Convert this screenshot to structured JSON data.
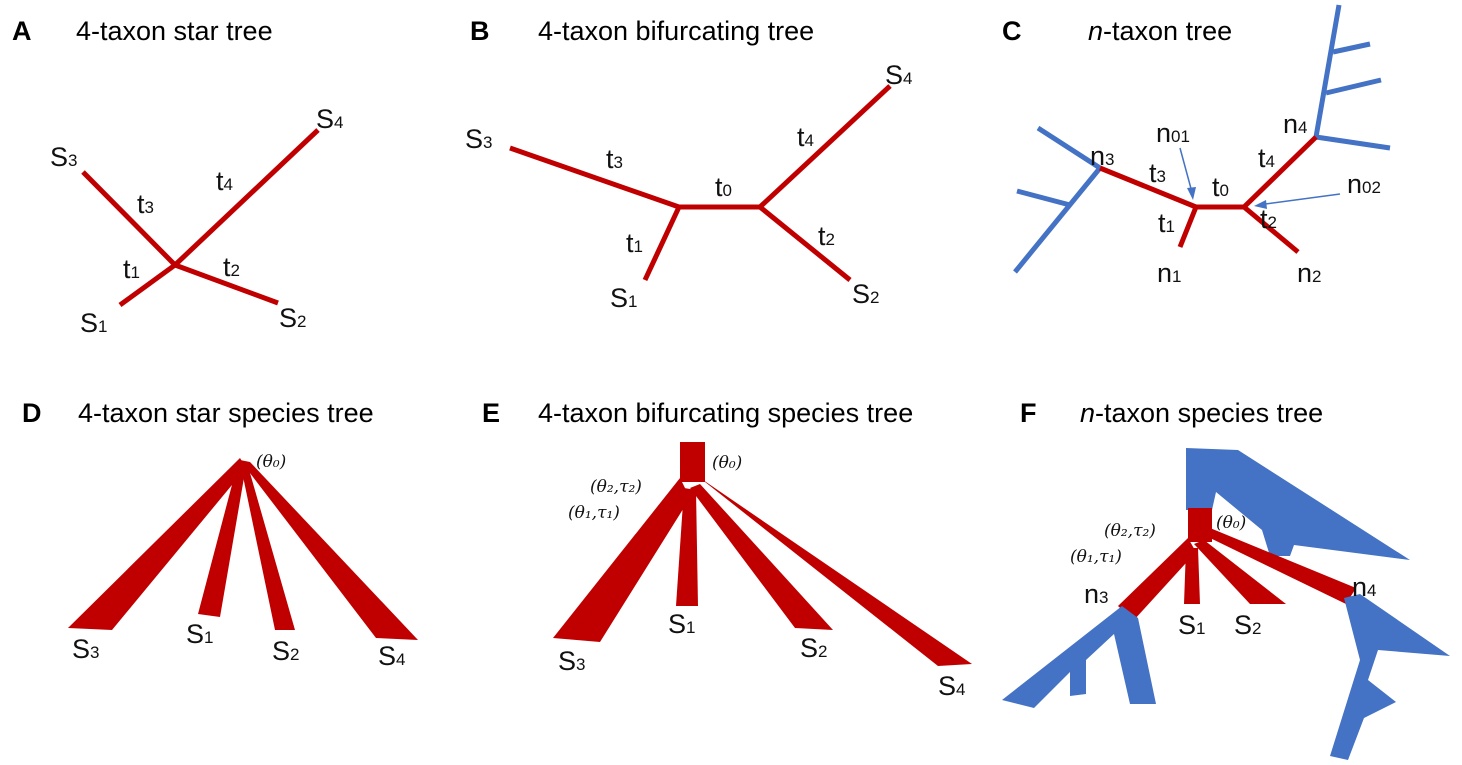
{
  "panels": {
    "A": {
      "letter": "A",
      "title": "4-taxon star tree"
    },
    "B": {
      "letter": "B",
      "title": "4-taxon bifurcating tree"
    },
    "C": {
      "letter": "C",
      "title_italic": "n",
      "title_rest": "-taxon tree"
    },
    "D": {
      "letter": "D",
      "title": "4-taxon star species tree"
    },
    "E": {
      "letter": "E",
      "title": "4-taxon bifurcating species tree"
    },
    "F": {
      "letter": "F",
      "title_italic": "n",
      "title_rest": "-taxon species tree"
    }
  },
  "labels": {
    "S": "S",
    "t": "t",
    "n": "n",
    "s1": "1",
    "s2": "2",
    "s3": "3",
    "s4": "4",
    "t0": "0",
    "n01": "01",
    "n02": "02"
  },
  "params": {
    "theta0": "(θ₀)",
    "theta1_tau1": "(θ₁,τ₁)",
    "theta2_tau2": "(θ₂,τ₂)"
  },
  "colors": {
    "red": "#c00000",
    "blue": "#4472c4"
  }
}
